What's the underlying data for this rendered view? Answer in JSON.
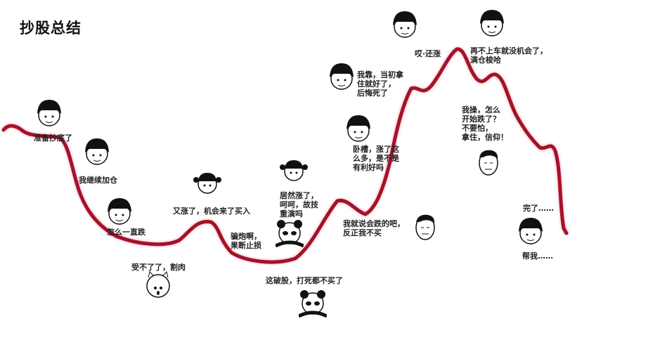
{
  "title": "抄股总结",
  "line_color": "#a3122a",
  "captions": [
    {
      "id": "ready-bottom",
      "lines": [
        "准备抄底了"
      ]
    },
    {
      "id": "keep-adding",
      "lines": [
        "我继续加仓"
      ]
    },
    {
      "id": "keeps-falling",
      "lines": [
        "怎么一直跌"
      ]
    },
    {
      "id": "cut-loss",
      "lines": [
        "受不了了，割肉"
      ]
    },
    {
      "id": "rising-again",
      "lines": [
        "又涨了，机会来了买入"
      ]
    },
    {
      "id": "fake-out",
      "lines": [
        "骗炮啊，",
        "果断止损"
      ]
    },
    {
      "id": "rising-trick",
      "lines": [
        "居然涨了，",
        "呵呵，故技",
        "重演吗"
      ]
    },
    {
      "id": "never-buy",
      "lines": [
        "这破股，打死都不买了"
      ]
    },
    {
      "id": "good-news",
      "lines": [
        "卧槽，涨了这",
        "么多，是不是",
        "有利好吗"
      ]
    },
    {
      "id": "told-you",
      "lines": [
        "我就说会跌的吧，",
        "反正我不买"
      ]
    },
    {
      "id": "regret",
      "lines": [
        "我靠，当初拿",
        "住就好了，",
        "后悔死了"
      ]
    },
    {
      "id": "still-rising",
      "lines": [
        "哎·还涨"
      ]
    },
    {
      "id": "all-in",
      "lines": [
        "再不上车就没机会了，",
        "满仓梭哈"
      ]
    },
    {
      "id": "hold-faith",
      "lines": [
        "我操，怎么",
        "开始跌了？",
        "不要怕，",
        "拿住，信仰！"
      ]
    },
    {
      "id": "done",
      "lines": [
        "完了……"
      ]
    },
    {
      "id": "help",
      "lines": [
        "帮我……"
      ]
    }
  ]
}
